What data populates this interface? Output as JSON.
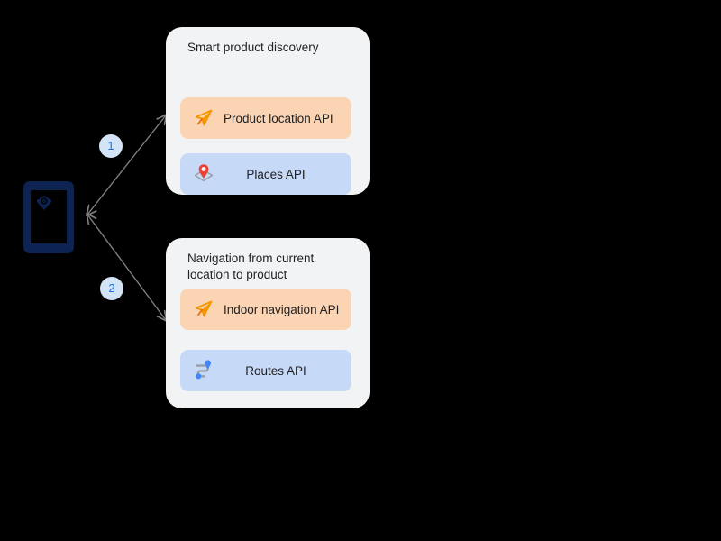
{
  "diagram": {
    "device": {
      "name": "mobile phone",
      "icon": "phone-camera-icon",
      "body_color": "#0d2352",
      "screen_color": "#000000"
    },
    "connectors": [
      {
        "id": "connector-1",
        "badge_label": "1",
        "badge_bg": "#d4e4f7",
        "badge_color": "#1a73e8",
        "line_color": "#7f7f7f",
        "double_headed": true
      },
      {
        "id": "connector-2",
        "badge_label": "2",
        "badge_bg": "#d4e4f7",
        "badge_color": "#1a73e8",
        "line_color": "#7f7f7f",
        "double_headed": true
      }
    ],
    "cards": [
      {
        "id": "smart-product-discovery",
        "title": "Smart product discovery",
        "bg": "#f1f3f4",
        "apis": [
          {
            "label": "Product location API",
            "icon": "navigation-arrow-icon",
            "color": "orange",
            "bg": "#fbd4b4"
          },
          {
            "label": "Places API",
            "icon": "map-pin-icon",
            "color": "blue",
            "bg": "#c6d9f7"
          }
        ]
      },
      {
        "id": "navigation-from-current-location",
        "title": "Navigation from current\nlocation to product",
        "bg": "#f1f3f4",
        "apis": [
          {
            "label": "Indoor navigation API",
            "icon": "navigation-arrow-icon",
            "color": "orange",
            "bg": "#fbd4b4"
          },
          {
            "label": "Routes API",
            "icon": "route-path-icon",
            "color": "blue",
            "bg": "#c6d9f7"
          }
        ]
      }
    ]
  }
}
